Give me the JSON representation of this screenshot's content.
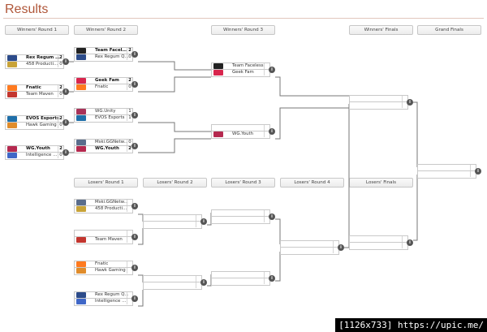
{
  "title": "Results",
  "round_headers": {
    "winners_r1": "Winners' Round 1",
    "winners_r2": "Winners' Round 2",
    "winners_r3": "Winners' Round 3",
    "winners_finals": "Winners' Finals",
    "grand_finals": "Grand Finals",
    "losers_r1": "Losers' Round 1",
    "losers_r2": "Losers' Round 2",
    "losers_r3": "Losers' Round 3",
    "losers_r4": "Losers' Round 4",
    "losers_finals": "Losers' Finals"
  },
  "matches": {
    "wr1m1": {
      "top": {
        "name": "Rex Regum ...",
        "score": "2",
        "win": true
      },
      "bot": {
        "name": "458 Productio...",
        "score": "0"
      }
    },
    "wr1m2": {
      "top": {
        "name": "Fnatic",
        "score": "2",
        "win": true
      },
      "bot": {
        "name": "Team Maven",
        "score": "0"
      }
    },
    "wr1m3": {
      "top": {
        "name": "EVOS Esports",
        "score": "2",
        "win": true
      },
      "bot": {
        "name": "Hawk Gaming",
        "score": "0"
      }
    },
    "wr1m4": {
      "top": {
        "name": "WG.Youth",
        "score": "2",
        "win": true
      },
      "bot": {
        "name": "Intelligence Q...",
        "score": "0"
      }
    },
    "wr2m1": {
      "top": {
        "name": "Team Facele...",
        "score": "2",
        "win": true
      },
      "bot": {
        "name": "Rex Regum Q...",
        "score": "0"
      }
    },
    "wr2m2": {
      "top": {
        "name": "Geek Fam",
        "score": "2",
        "win": true
      },
      "bot": {
        "name": "Fnatic",
        "score": "0"
      }
    },
    "wr2m3": {
      "top": {
        "name": "WG.Unity",
        "score": "1"
      },
      "bot": {
        "name": "EVOS Esports",
        "score": "1"
      }
    },
    "wr2m4": {
      "top": {
        "name": "Mski.GGNetw...",
        "score": "0"
      },
      "bot": {
        "name": "WG.Youth",
        "score": "2",
        "win": true
      }
    },
    "wr3m1": {
      "top": {
        "name": "Team Faceless",
        "score": ""
      },
      "bot": {
        "name": "Geek Fam",
        "score": ""
      }
    },
    "wr3m2": {
      "top": {
        "name": "",
        "score": ""
      },
      "bot": {
        "name": "WG.Youth",
        "score": ""
      }
    },
    "wfm1": {
      "top": {
        "name": "",
        "score": ""
      },
      "bot": {
        "name": "",
        "score": ""
      }
    },
    "gfm1": {
      "top": {
        "name": "",
        "score": ""
      },
      "bot": {
        "name": "",
        "score": ""
      }
    },
    "lr1m1": {
      "top": {
        "name": "Mski.GGNetw...",
        "score": ""
      },
      "bot": {
        "name": "458 Productio...",
        "score": ""
      }
    },
    "lr1m2": {
      "top": {
        "name": "",
        "score": ""
      },
      "bot": {
        "name": "Team Maven",
        "score": ""
      }
    },
    "lr1m3": {
      "top": {
        "name": "Fnatic",
        "score": ""
      },
      "bot": {
        "name": "Hawk Gaming",
        "score": ""
      }
    },
    "lr1m4": {
      "top": {
        "name": "Rex Regum Q...",
        "score": ""
      },
      "bot": {
        "name": "Intelligence Q...",
        "score": ""
      }
    },
    "lr2m1": {
      "top": {
        "name": "",
        "score": ""
      },
      "bot": {
        "name": "",
        "score": ""
      }
    },
    "lr2m2": {
      "top": {
        "name": "",
        "score": ""
      },
      "bot": {
        "name": "",
        "score": ""
      }
    },
    "lr3m1": {
      "top": {
        "name": "",
        "score": ""
      },
      "bot": {
        "name": "",
        "score": ""
      }
    },
    "lr3m2": {
      "top": {
        "name": "",
        "score": ""
      },
      "bot": {
        "name": "",
        "score": ""
      }
    },
    "lr4m1": {
      "top": {
        "name": "",
        "score": ""
      },
      "bot": {
        "name": "",
        "score": ""
      }
    },
    "lfm1": {
      "top": {
        "name": "",
        "score": ""
      },
      "bot": {
        "name": "",
        "score": ""
      }
    }
  },
  "info_glyph": "i",
  "credit": "[1126x733] https://upic.me/",
  "colors": {
    "title": "#b0573a",
    "line": "#777777",
    "slot_border": "#c9c9c9"
  },
  "icons": {
    "info": "info-icon",
    "team_logo": "team-logo-icon"
  }
}
